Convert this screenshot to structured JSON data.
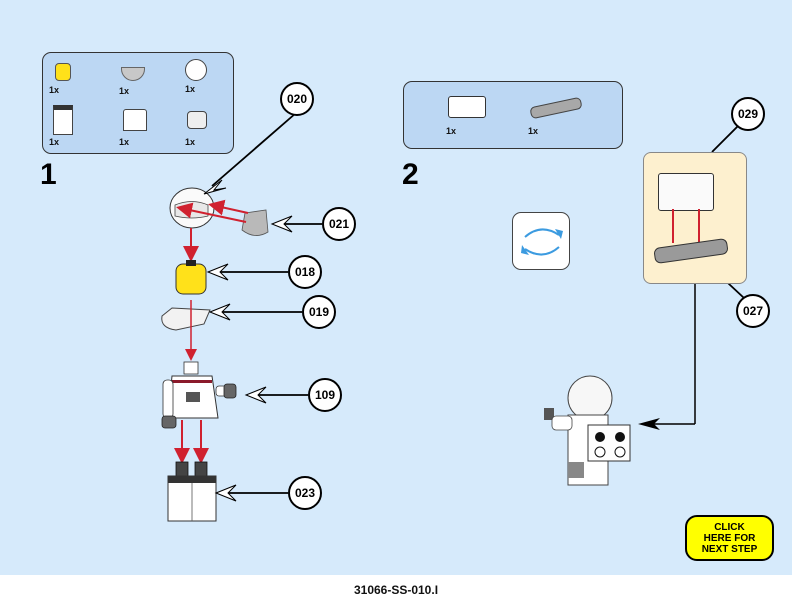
{
  "document_code": "31066-SS-010.I",
  "steps": [
    {
      "number": "1",
      "parts": [
        {
          "name": "minifig-head-yellow",
          "qty": "1x"
        },
        {
          "name": "helmet-visor",
          "qty": "1x"
        },
        {
          "name": "helmet-white",
          "qty": "1x"
        },
        {
          "name": "minifig-legs-white",
          "qty": "1x"
        },
        {
          "name": "minifig-torso-white",
          "qty": "1x"
        },
        {
          "name": "neck-bracket",
          "qty": "1x"
        }
      ],
      "callouts": [
        "020",
        "021",
        "018",
        "019",
        "109",
        "023"
      ]
    },
    {
      "number": "2",
      "parts": [
        {
          "name": "brick-2x2-white",
          "qty": "1x"
        },
        {
          "name": "plate-with-clips-gray",
          "qty": "1x"
        }
      ],
      "callouts": [
        "029",
        "027"
      ]
    }
  ],
  "rotate_icon": "rotate-model-icon",
  "next_button": {
    "line1": "CLICK",
    "line2": "HERE FOR",
    "line3": "NEXT STEP"
  },
  "colors": {
    "background": "#d6eafb",
    "parts_box": "#bcd7f3",
    "subassembly_box": "#fdf0cf",
    "arrow_red": "#d0212f",
    "button": "#ffff00"
  }
}
